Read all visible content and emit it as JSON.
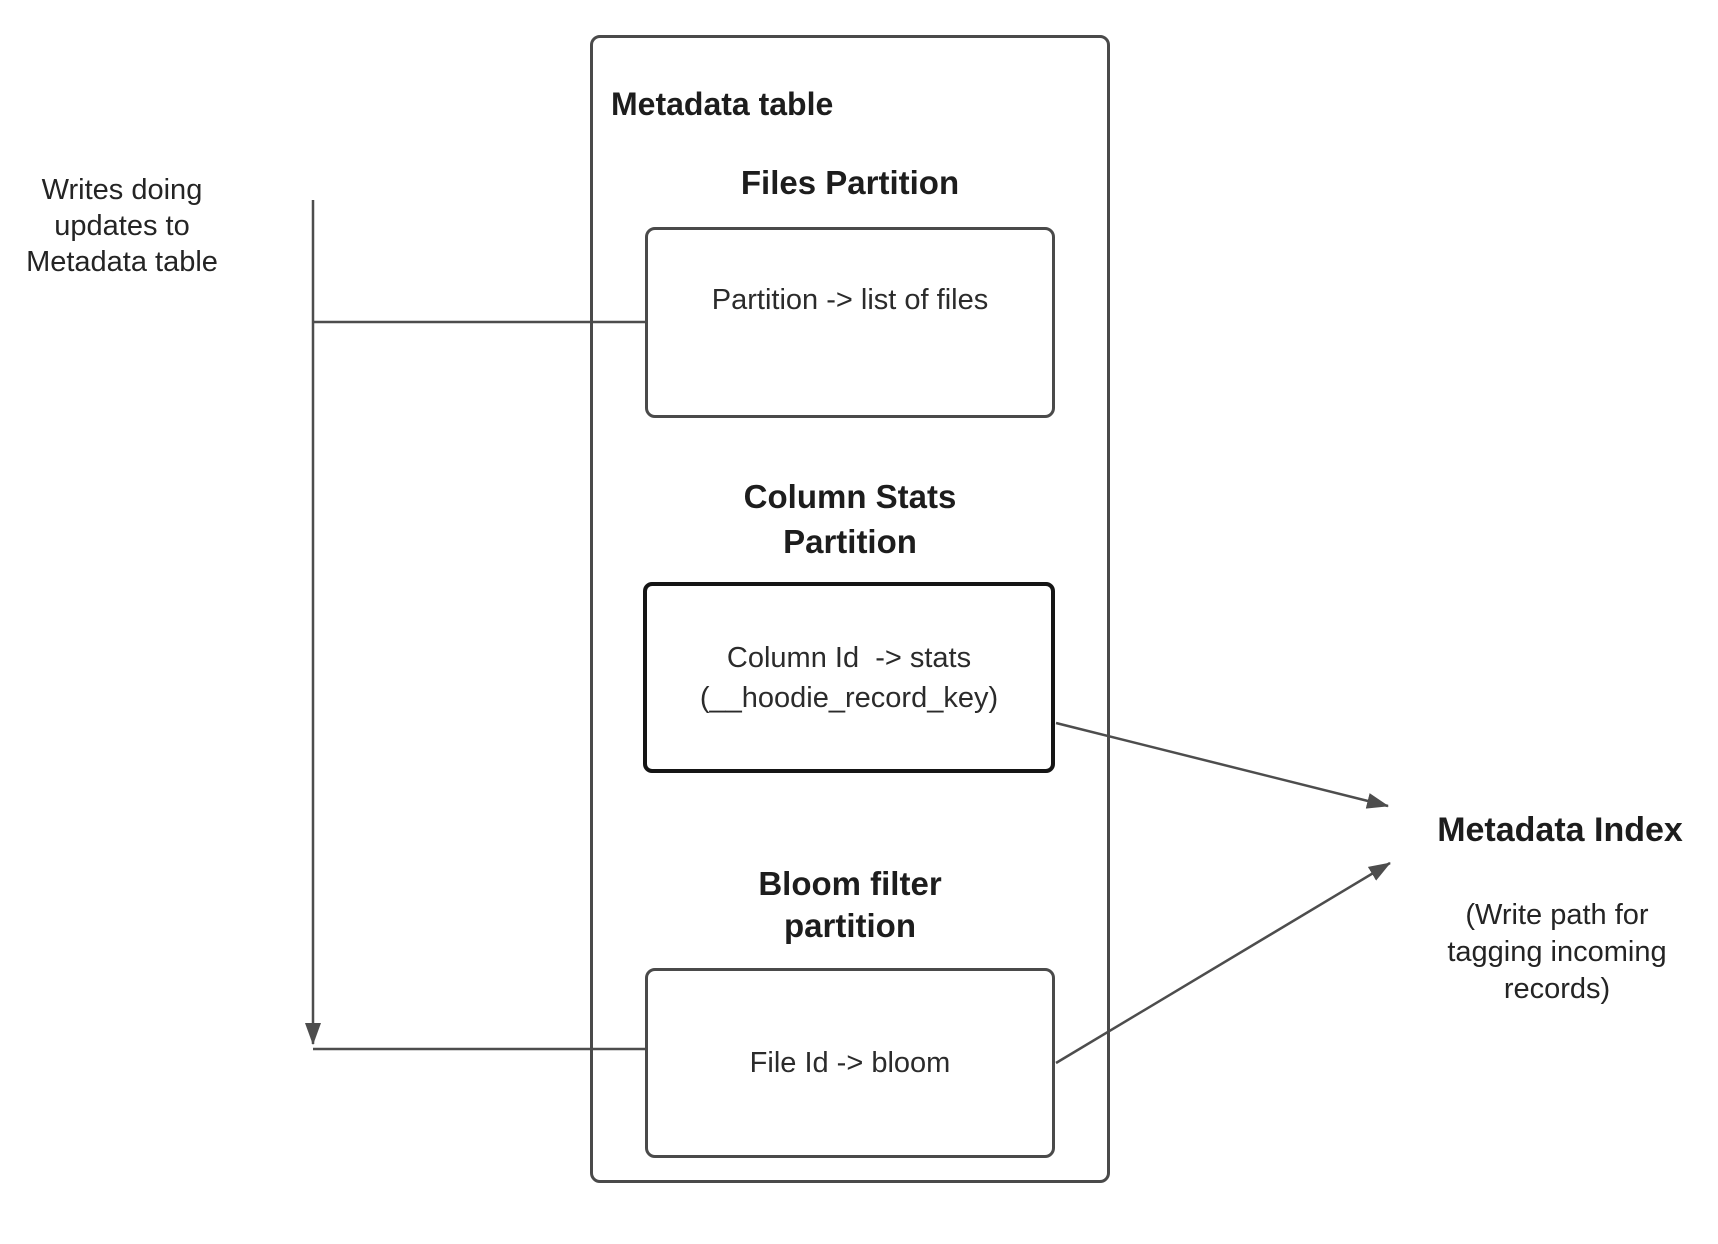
{
  "diagram": {
    "writes_label": "Writes doing\nupdates to\nMetadata table",
    "metadata_table": {
      "title": "Metadata table",
      "partitions": [
        {
          "heading": "Files Partition",
          "content": "Partition -> list of files"
        },
        {
          "heading": "Column Stats\nPartition",
          "content": "Column Id  -> stats\n(__hoodie_record_key)"
        },
        {
          "heading": "Bloom filter\npartition",
          "content": "File Id -> bloom"
        }
      ]
    },
    "metadata_index": {
      "title": "Metadata Index",
      "subtitle": "(Write path for\ntagging incoming\nrecords)"
    },
    "colors": {
      "line": "#4d4d4d",
      "box_border": "#4a4a4a",
      "emphasis_box_border": "#151515",
      "text": "#212121"
    }
  }
}
